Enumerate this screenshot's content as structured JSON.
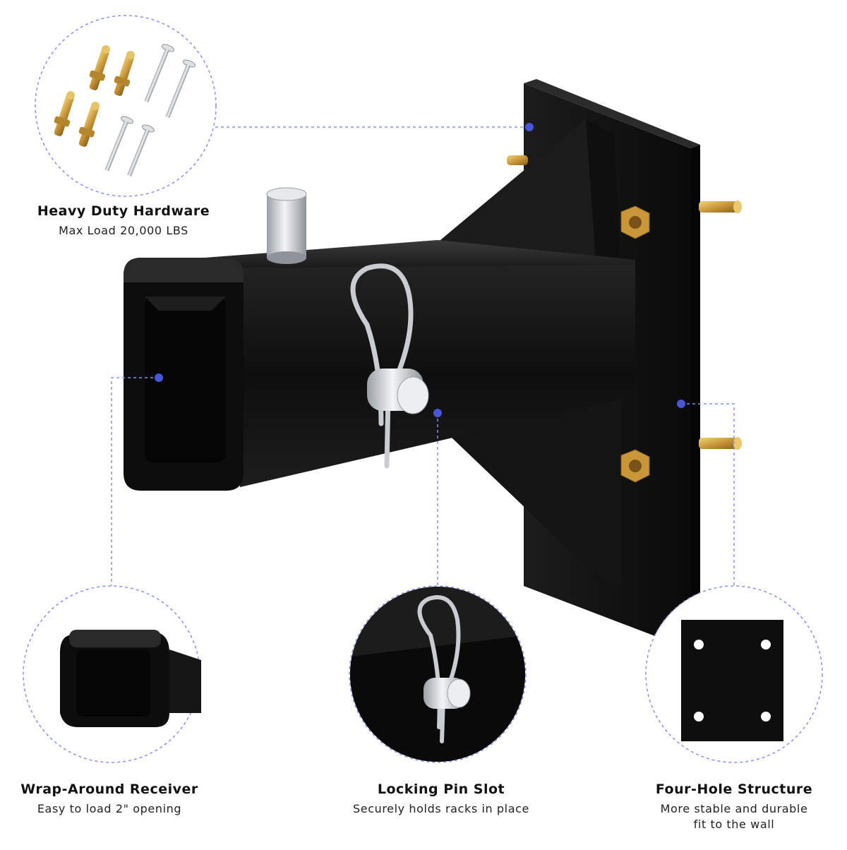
{
  "features": {
    "hardware": {
      "title": "Heavy Duty Hardware",
      "subtitle": "Max Load 20,000 LBS"
    },
    "receiver": {
      "title": "Wrap-Around Receiver",
      "subtitle": "Easy to load 2\" opening"
    },
    "locking": {
      "title": "Locking Pin Slot",
      "subtitle": "Securely holds racks in place"
    },
    "fourhole": {
      "title": "Four-Hole Structure",
      "subtitle": "More stable and durable\nfit to the wall"
    }
  },
  "colors": {
    "callout_line": "#8a90e6",
    "callout_dot": "#4a56d8",
    "steel": "#141414",
    "brass": "#c9a23a",
    "zinc": "#c9ccd0"
  }
}
